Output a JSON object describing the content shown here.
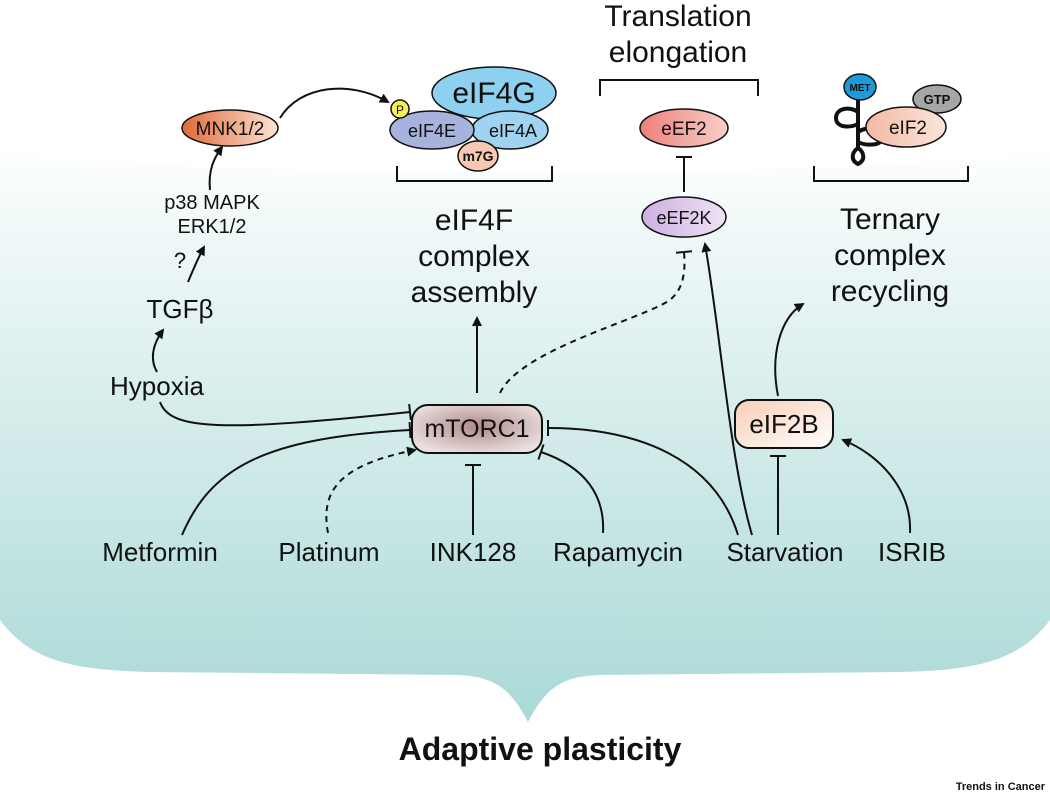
{
  "title": "Adaptive plasticity",
  "credit": "Trends in Cancer",
  "processes": {
    "translation_elongation": [
      "Translation",
      "elongation"
    ],
    "eif4f_assembly": [
      "eIF4F",
      "complex",
      "assembly"
    ],
    "ternary_recycling": [
      "Ternary",
      "complex",
      "recycling"
    ]
  },
  "molecules": {
    "mnk": "MNK1/2",
    "eif4g": "eIF4G",
    "eif4e": "eIF4E",
    "eif4a": "eIF4A",
    "m7g": "m7G",
    "p": "P",
    "eef2": "eEF2",
    "eef2k": "eEF2K",
    "met": "MET",
    "gtp": "GTP",
    "eif2": "eIF2",
    "mtorc1": "mTORC1",
    "eif2b": "eIF2B"
  },
  "upstream": {
    "p38": "p38 MAPK",
    "erk": "ERK1/2",
    "question": "?",
    "tgfb": "TGFβ",
    "hypoxia": "Hypoxia"
  },
  "inputs": [
    "Metformin",
    "Platinum",
    "INK128",
    "Rapamycin",
    "Starvation",
    "ISRIB"
  ],
  "colors": {
    "background_gradient": [
      "#ffffff",
      "#a9d9d6"
    ],
    "mnk": [
      "#e06a3a",
      "#fde3d3"
    ],
    "eif4g": "#8ed0f0",
    "eif4e": "#a8b3dd",
    "eif4a": "#9fd3ef",
    "eef2": "#f08a84",
    "eef2k": "#d5bfe6",
    "mtorc1": [
      "#b99595",
      "#ece0e0"
    ],
    "eif2b": [
      "#f9d2bd",
      "#ffffff"
    ],
    "met": "#1b9bd7",
    "gtp": "#a6a6a6"
  }
}
